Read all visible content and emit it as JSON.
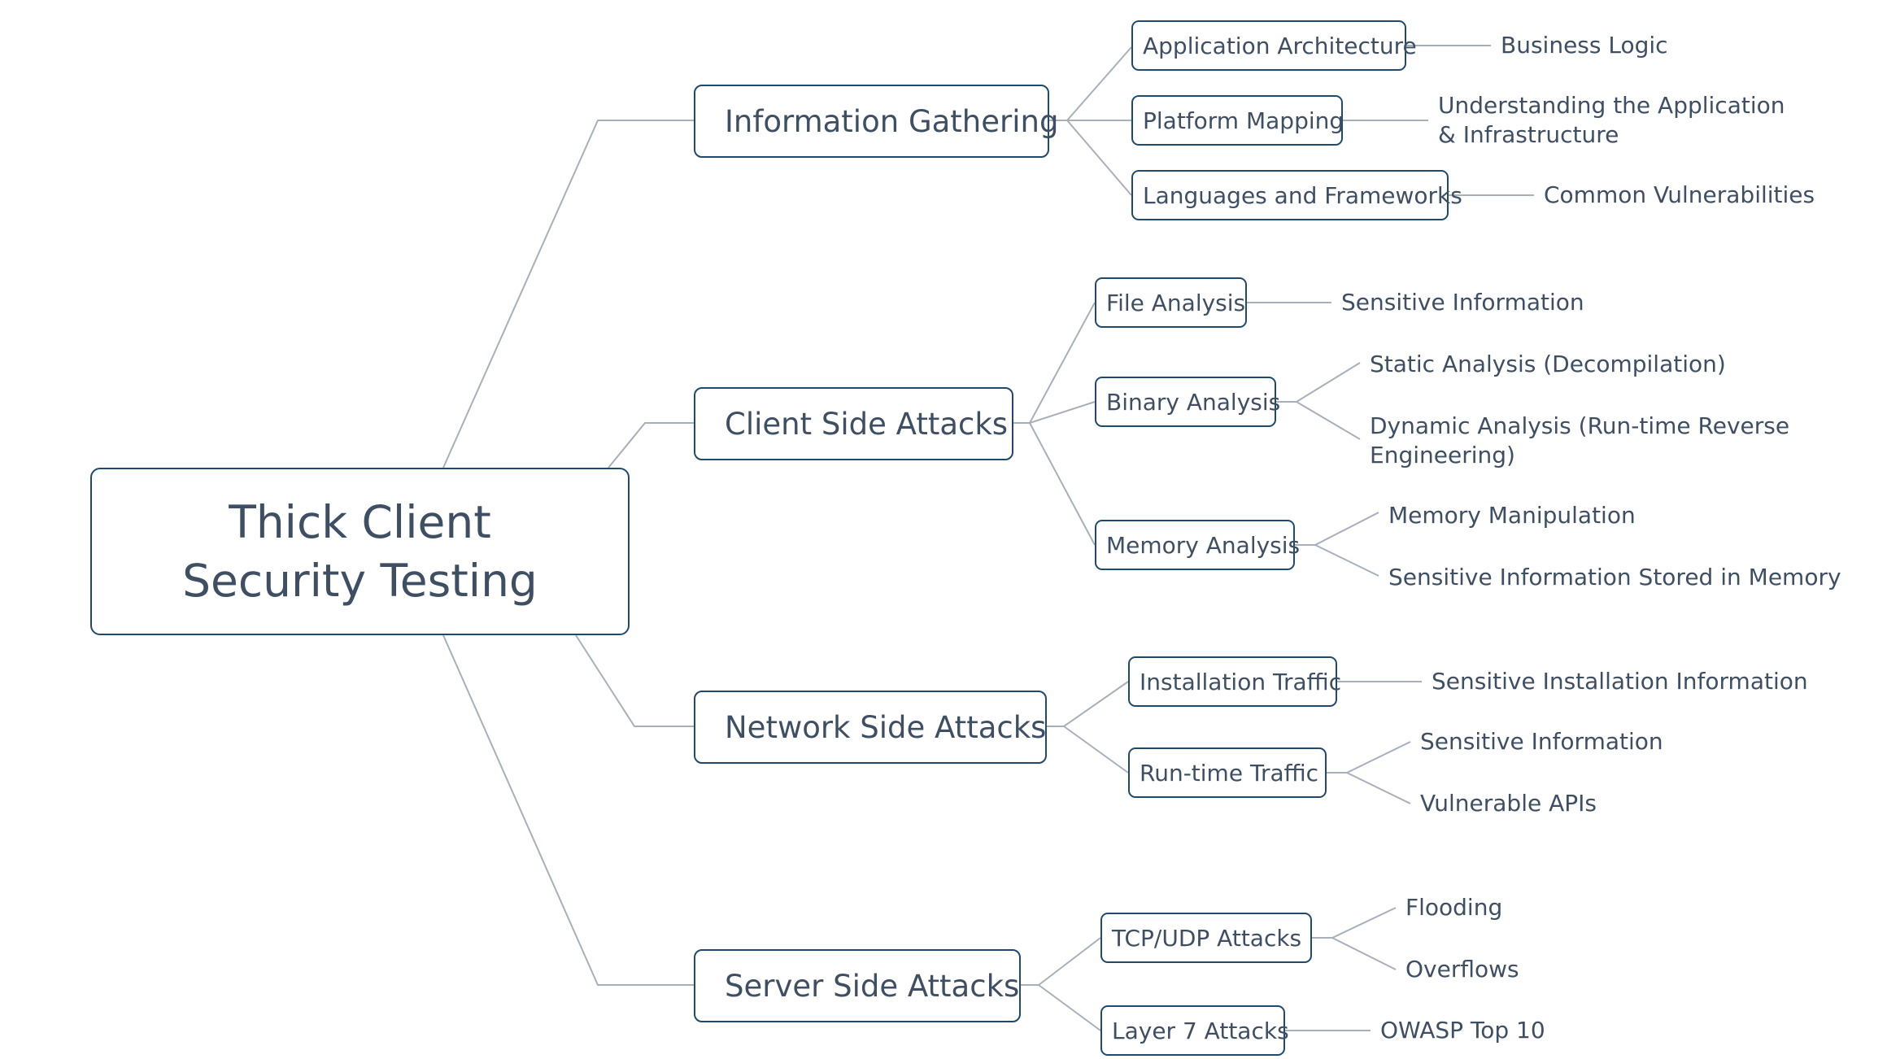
{
  "root": {
    "label": "Thick Client Security Testing"
  },
  "categories": [
    {
      "label": "Information Gathering",
      "children": [
        {
          "label": "Application Architecture",
          "leaves": [
            "Business Logic"
          ]
        },
        {
          "label": "Platform Mapping",
          "leaves": [
            "Understanding the Application & Infrastructure"
          ]
        },
        {
          "label": "Languages and Frameworks",
          "leaves": [
            "Common Vulnerabilities"
          ]
        }
      ]
    },
    {
      "label": "Client Side Attacks",
      "children": [
        {
          "label": "File Analysis",
          "leaves": [
            "Sensitive Information"
          ]
        },
        {
          "label": "Binary Analysis",
          "leaves": [
            "Static Analysis (Decompilation)",
            "Dynamic Analysis (Run-time Reverse Engineering)"
          ]
        },
        {
          "label": "Memory Analysis",
          "leaves": [
            "Memory Manipulation",
            "Sensitive Information Stored in Memory"
          ]
        }
      ]
    },
    {
      "label": "Network Side Attacks",
      "children": [
        {
          "label": "Installation Traffic",
          "leaves": [
            "Sensitive Installation Information"
          ]
        },
        {
          "label": "Run-time Traffic",
          "leaves": [
            "Sensitive Information",
            "Vulnerable APIs"
          ]
        }
      ]
    },
    {
      "label": "Server Side Attacks",
      "children": [
        {
          "label": "TCP/UDP Attacks",
          "leaves": [
            "Flooding",
            "Overflows"
          ]
        },
        {
          "label": "Layer 7 Attacks",
          "leaves": [
            "OWASP Top 10"
          ]
        }
      ]
    }
  ]
}
